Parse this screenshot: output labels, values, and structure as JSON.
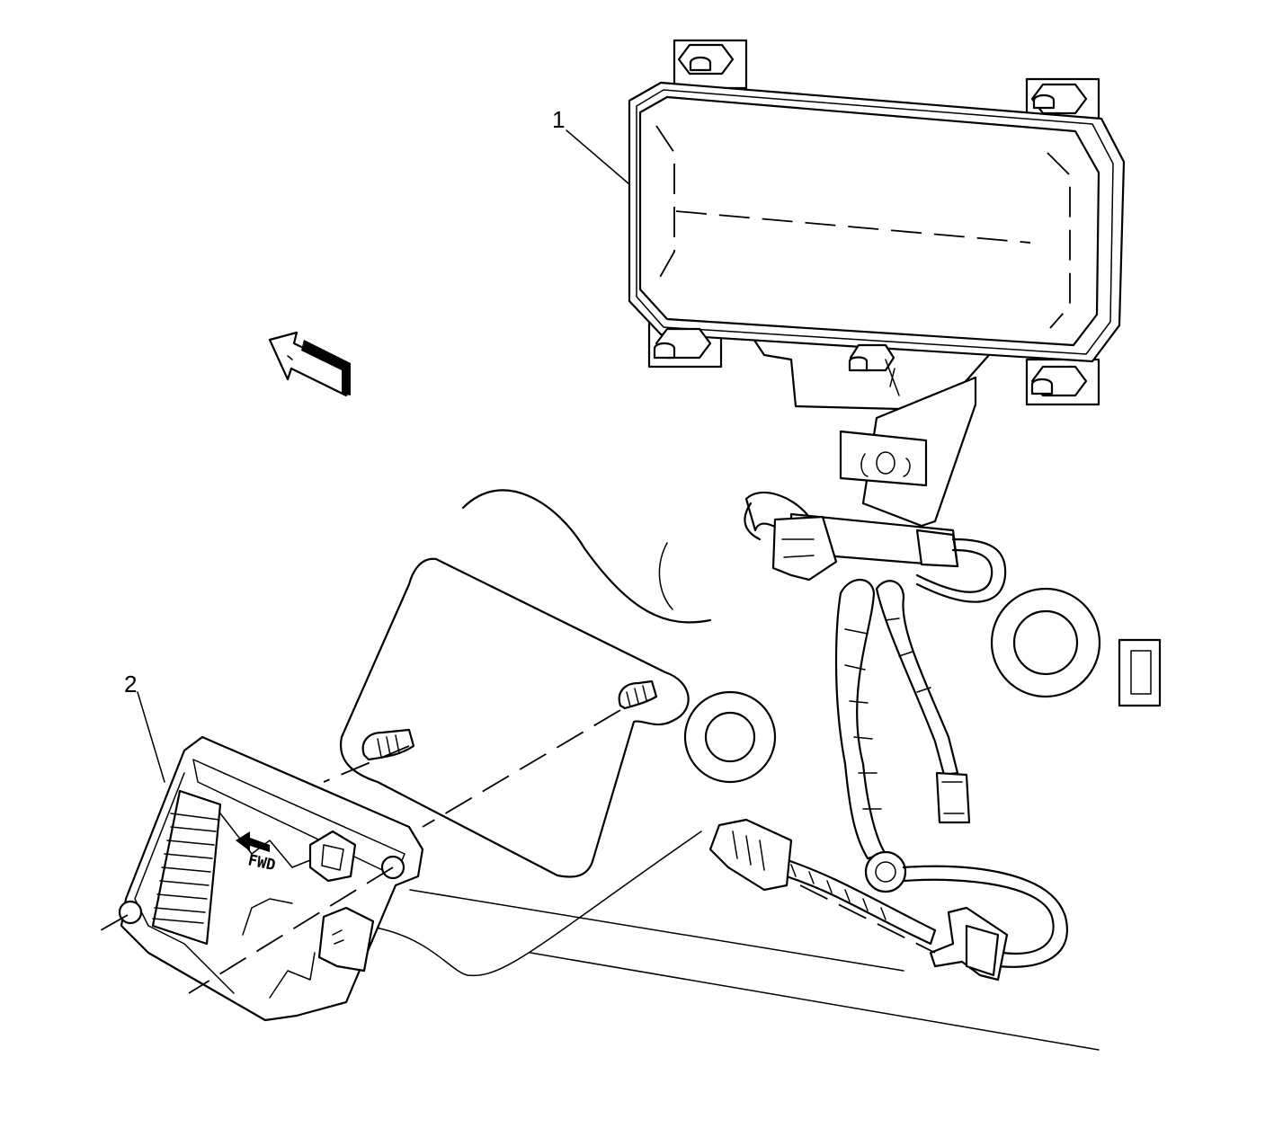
{
  "callouts": {
    "one": "1",
    "two": "2"
  },
  "module_marking": "FWD",
  "icons": [
    "forward-direction-arrow-icon",
    "fwd-arrow-icon"
  ],
  "colors": {
    "line": "#000000",
    "background": "#ffffff"
  }
}
